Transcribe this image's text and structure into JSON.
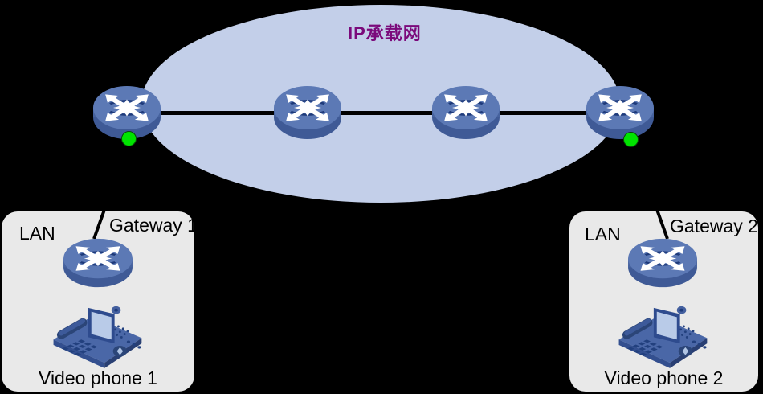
{
  "background_color": "#000000",
  "cloud": {
    "title": "IP承载网",
    "title_color": "#7B0A7B",
    "fill_color": "#C3CFE9"
  },
  "backbone": {
    "core_router_count": 4,
    "link_color": "#000000",
    "status_dot_color": "#00E400"
  },
  "icon_colors": {
    "router_top": "#5C79B5",
    "router_side": "#47639F",
    "router_arrows": "#FFFFFF",
    "router_swirl": "#1E3A7A",
    "phone_body": "#4A67A7",
    "phone_screen": "#B9CBE8"
  },
  "icons": {
    "router": "cylinder-with-outward-arrows",
    "video_phone": "isometric-video-phone",
    "status": "green-dot"
  },
  "sites": [
    {
      "lan_label": "LAN",
      "gateway_label": "Gateway 1",
      "phone_label": "Video phone 1",
      "box_fill": "#E9E9E9"
    },
    {
      "lan_label": "LAN",
      "gateway_label": "Gateway 2",
      "phone_label": "Video phone 2",
      "box_fill": "#E9E9E9"
    }
  ]
}
